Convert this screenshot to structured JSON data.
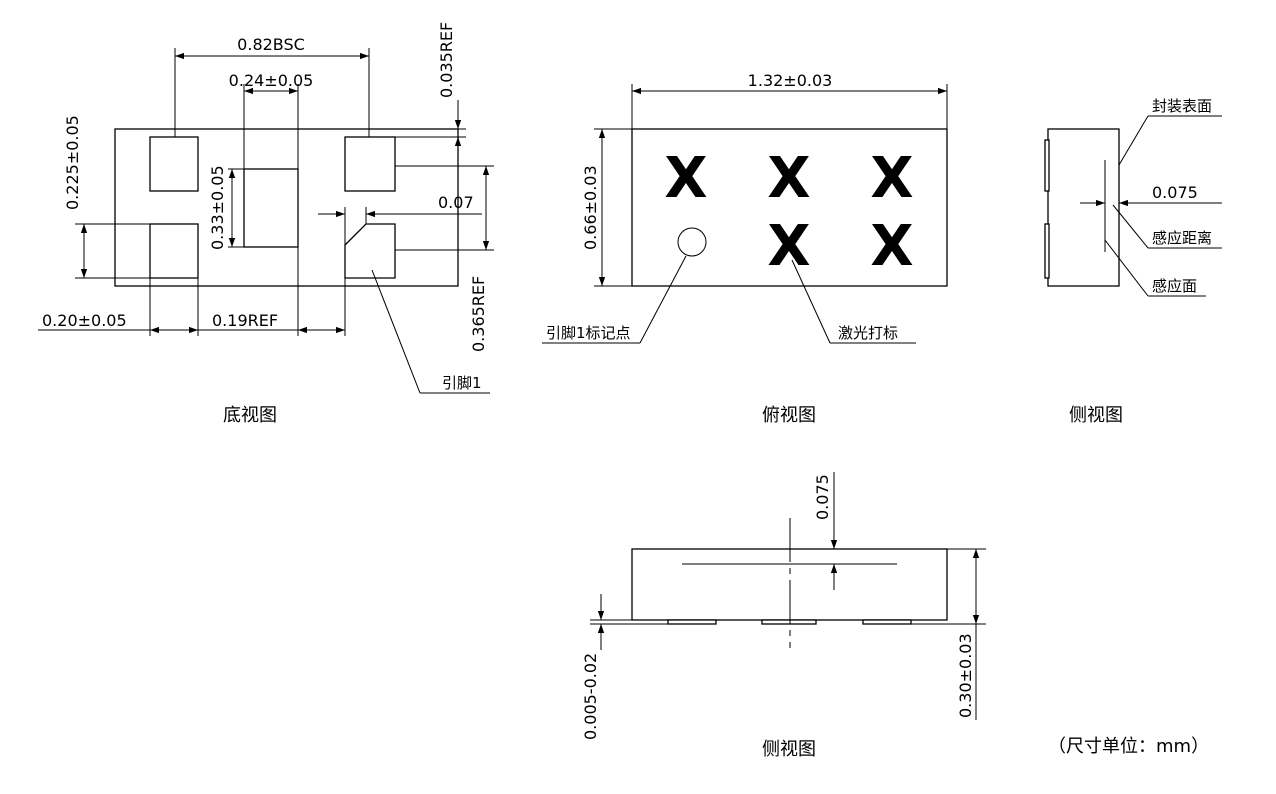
{
  "bottom_view": {
    "title": "底视图",
    "dim_pitch": "0.82BSC",
    "dim_center_pad_w": "0.24±0.05",
    "dim_top_gap": "0.035REF",
    "dim_pad_pitch_v": "0.225±0.05",
    "dim_center_pad_h": "0.33±0.05",
    "dim_chamfer": "0.07",
    "dim_pad_w": "0.20±0.05",
    "dim_gap_h": "0.19REF",
    "dim_side_gap": "0.365REF",
    "pin1_label": "引脚1"
  },
  "top_view": {
    "title": "俯视图",
    "dim_length": "1.32±0.03",
    "dim_width": "0.66±0.03",
    "mark_glyph": "X",
    "pin1_mark_label": "引脚1标记点",
    "laser_mark_label": "激光打标"
  },
  "side_view_right": {
    "title": "侧视图",
    "package_surface_label": "封装表面",
    "dim_sensing_distance": "0.075",
    "sensing_distance_label": "感应距离",
    "sensing_surface_label": "感应面"
  },
  "side_view_bottom": {
    "title": "侧视图",
    "dim_sensing": "0.075",
    "dim_standoff": "0.005-0.02",
    "dim_height": "0.30±0.03"
  },
  "unit_note": "（尺寸单位：mm）"
}
